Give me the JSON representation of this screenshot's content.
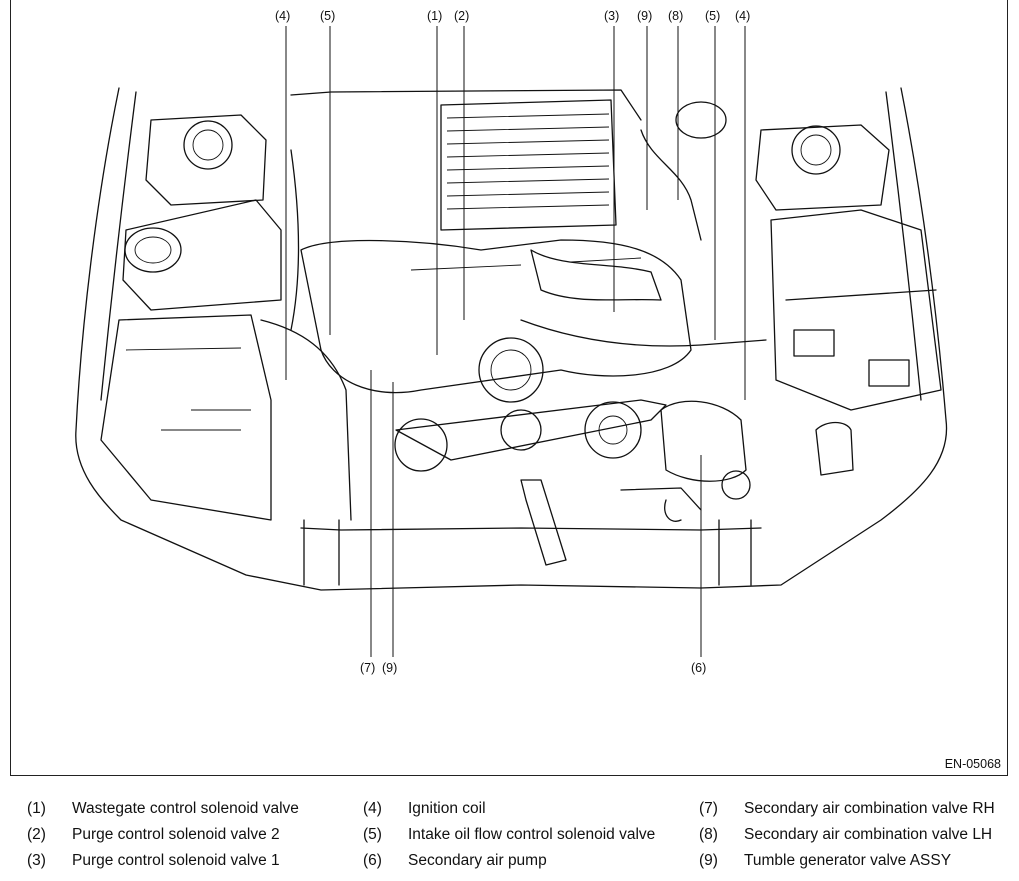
{
  "figure": {
    "code": "EN-05068",
    "callouts_top": [
      "(4)",
      "(5)",
      "(1)",
      "(2)",
      "(3)",
      "(9)",
      "(8)",
      "(5)",
      "(4)"
    ],
    "callouts_bottom": [
      "(7)",
      "(9)",
      "(6)"
    ]
  },
  "legend": [
    {
      "num": "(1)",
      "label": "Wastegate control solenoid valve"
    },
    {
      "num": "(2)",
      "label": "Purge control solenoid valve 2"
    },
    {
      "num": "(3)",
      "label": "Purge control solenoid valve 1"
    },
    {
      "num": "(4)",
      "label": "Ignition coil"
    },
    {
      "num": "(5)",
      "label": "Intake oil flow control solenoid valve"
    },
    {
      "num": "(6)",
      "label": "Secondary air pump"
    },
    {
      "num": "(7)",
      "label": "Secondary air combination valve RH"
    },
    {
      "num": "(8)",
      "label": "Secondary air combination valve LH"
    },
    {
      "num": "(9)",
      "label": "Tumble generator valve ASSY"
    }
  ]
}
